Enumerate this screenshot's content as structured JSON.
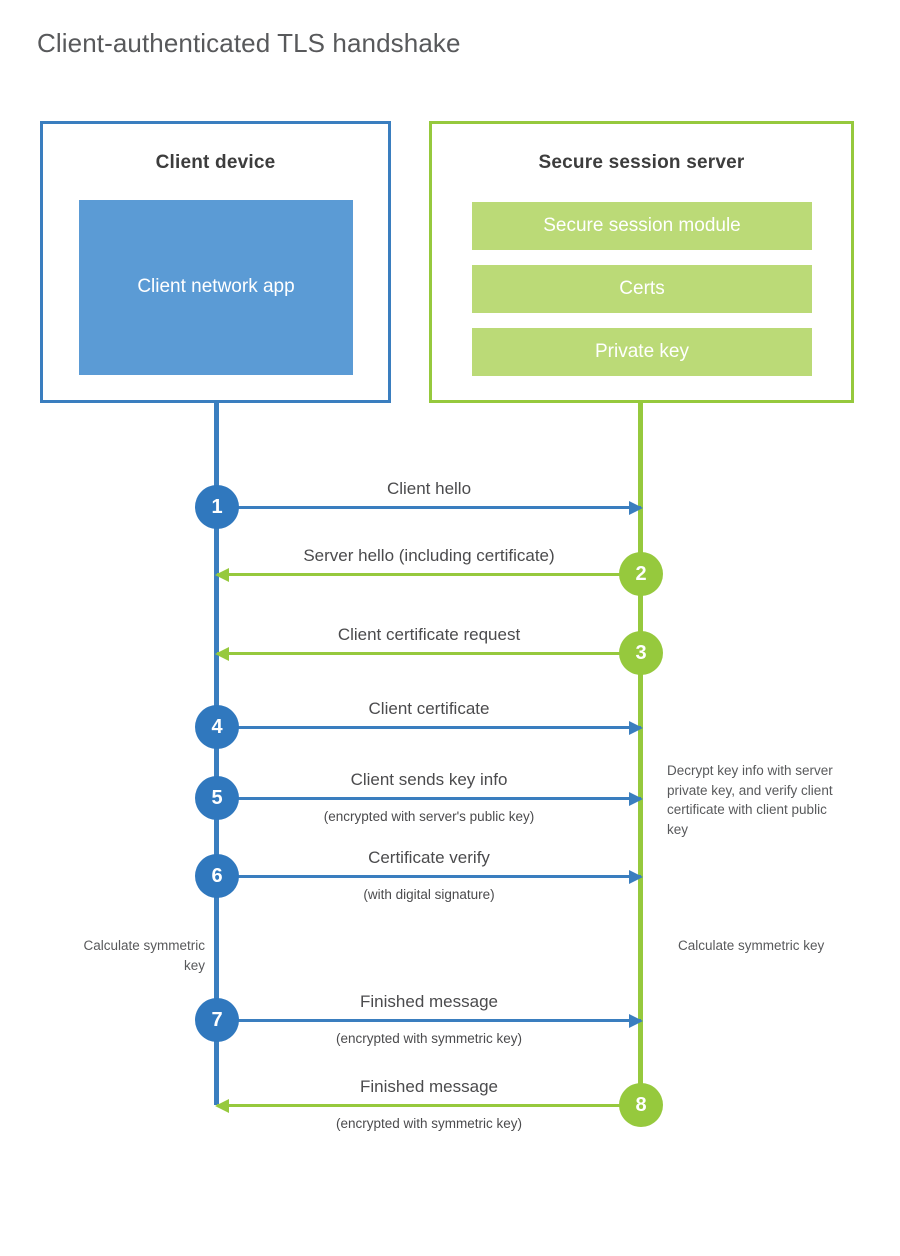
{
  "title": "Client-authenticated TLS handshake",
  "colors": {
    "client_blue": "#3a7ebf",
    "client_circle_blue": "#3078be",
    "client_app_fill": "#5b9bd5",
    "server_green": "#96c93d",
    "server_block_fill": "#bbda77",
    "text_gray": "#4b4b4d",
    "title_gray": "#58595b",
    "background": "#ffffff"
  },
  "actors": {
    "client": {
      "title": "Client device",
      "blocks": [
        {
          "label": "Client network app"
        }
      ]
    },
    "server": {
      "title": "Secure session server",
      "blocks": [
        {
          "label": "Secure session module"
        },
        {
          "label": "Certs"
        },
        {
          "label": "Private key"
        }
      ]
    }
  },
  "steps": [
    {
      "number": "1",
      "label": "Client hello",
      "sublabel": "",
      "direction": "client-to-server",
      "origin": "client"
    },
    {
      "number": "2",
      "label": "Server hello (including certificate)",
      "sublabel": "",
      "direction": "server-to-client",
      "origin": "server"
    },
    {
      "number": "3",
      "label": "Client certificate request",
      "sublabel": "",
      "direction": "server-to-client",
      "origin": "server"
    },
    {
      "number": "4",
      "label": "Client certificate",
      "sublabel": "",
      "direction": "client-to-server",
      "origin": "client"
    },
    {
      "number": "5",
      "label": "Client sends key info",
      "sublabel": "(encrypted with server's public key)",
      "direction": "client-to-server",
      "origin": "client"
    },
    {
      "number": "6",
      "label": "Certificate verify",
      "sublabel": "(with digital signature)",
      "direction": "client-to-server",
      "origin": "client"
    },
    {
      "number": "7",
      "label": "Finished message",
      "sublabel": "(encrypted with symmetric key)",
      "direction": "client-to-server",
      "origin": "client"
    },
    {
      "number": "8",
      "label": "Finished message",
      "sublabel": "(encrypted with symmetric key)",
      "direction": "server-to-client",
      "origin": "server"
    }
  ],
  "annotations": {
    "server_decrypt": "Decrypt key info with server private key, and verify client certificate with client public key",
    "client_calculate": "Calculate symmetric key",
    "server_calculate": "Calculate symmetric key"
  }
}
